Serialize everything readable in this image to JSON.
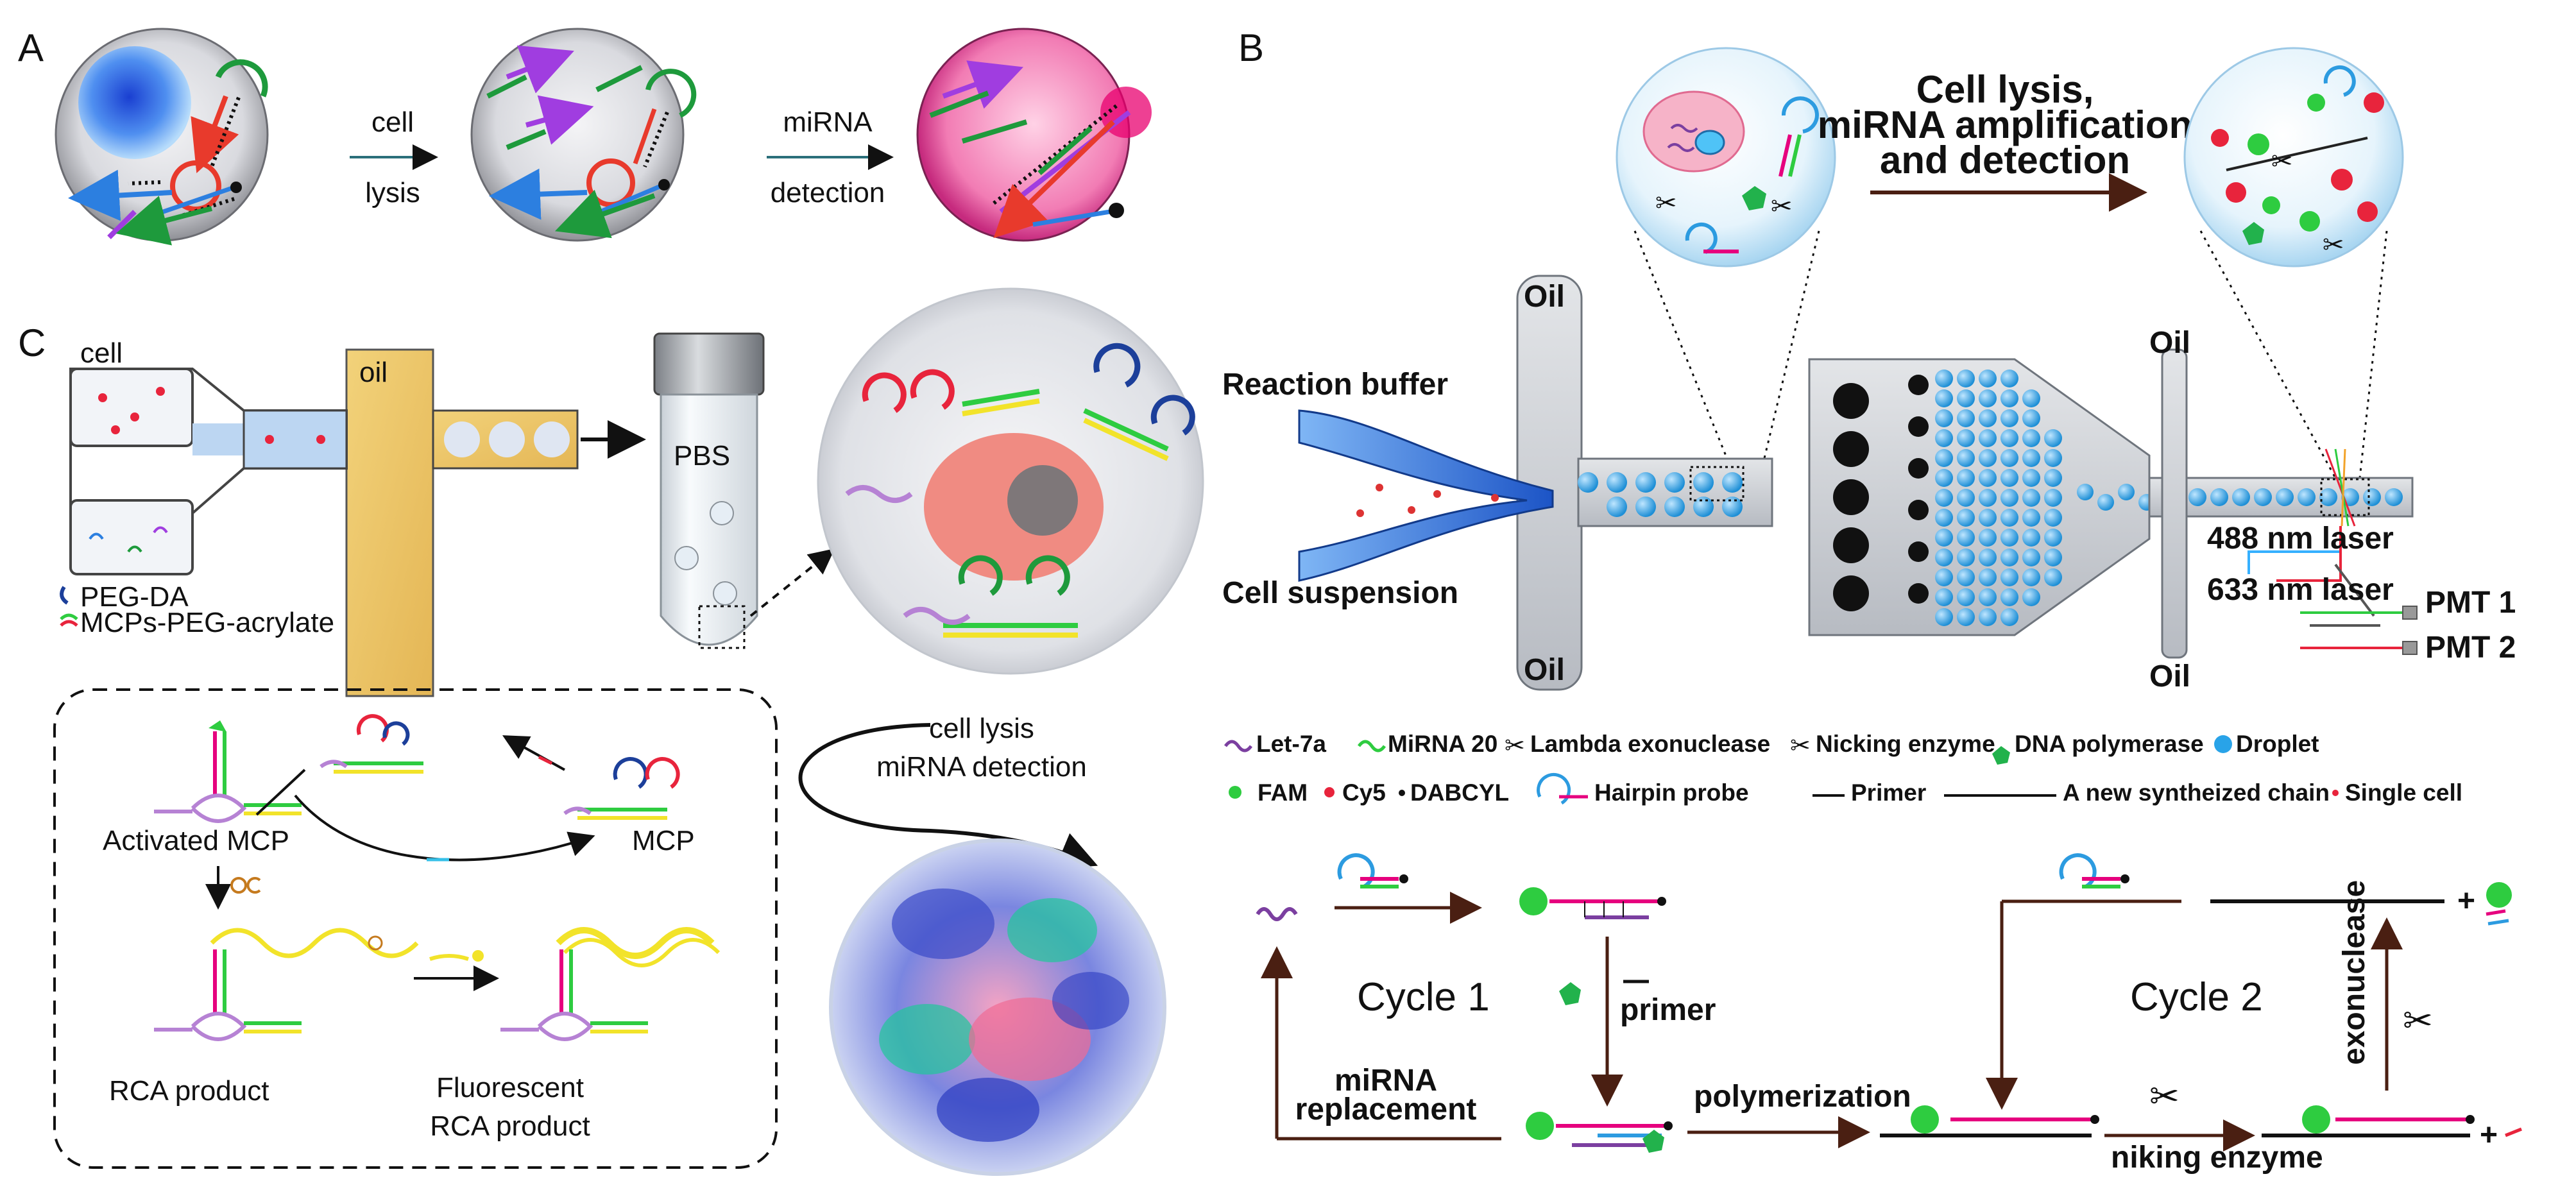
{
  "panels": {
    "a": "A",
    "b": "B",
    "c": "C"
  },
  "panel_a": {
    "step1": [
      "cell",
      "lysis"
    ],
    "step2": [
      "miRNA",
      "detection"
    ]
  },
  "panel_b": {
    "cloud_text": [
      "Cell lysis,",
      "miRNA amplification",
      "and detection"
    ],
    "oil_labels": [
      "Oil",
      "Oil",
      "Oil",
      "Oil"
    ],
    "reaction_buffer": "Reaction buffer",
    "cell_suspension": "Cell suspension",
    "laser_488": "488 nm laser",
    "laser_633": "633 nm laser",
    "pmt1": "PMT 1",
    "pmt2": "PMT 2",
    "legend_row1": [
      "Let-7a",
      "MiRNA 20",
      "Lambda exonuclease",
      "Nicking enzyme",
      "DNA polymerase",
      "Droplet"
    ],
    "legend_row2": [
      "FAM",
      "Cy5",
      "DABCYL",
      "Hairpin probe",
      "Primer",
      "A new syntheized chain",
      "Single cell"
    ],
    "cycle1": "Cycle 1",
    "cycle2": "Cycle 2",
    "primer": "primer",
    "mirna_replacement": [
      "miRNA",
      "replacement"
    ],
    "polymerization": "polymerization",
    "nicking": "niking enzyme",
    "exonuclease": "exonuclease"
  },
  "panel_c": {
    "cell": "cell",
    "oil": "oil",
    "pbs": "PBS",
    "peg_da": "PEG-DA",
    "mcps": "MCPs-PEG-acrylate",
    "lysis": [
      "cell lysis",
      "miRNA detection"
    ],
    "activated_mcp": "Activated MCP",
    "mcp": "MCP",
    "rca": "RCA product",
    "fluorescent_rca": [
      "Fluorescent",
      "RCA product"
    ]
  },
  "colors": {
    "magenta": "#e6007e",
    "green_dye": "#2ecc40",
    "red_dye": "#e8243c",
    "purple_rna": "#7b3fa0",
    "dark_arrow": "#4a1f12",
    "channel_blue": "#2b6fd6",
    "droplet_blue": "#39a8e8",
    "yellow_strand": "#f2e32a"
  }
}
